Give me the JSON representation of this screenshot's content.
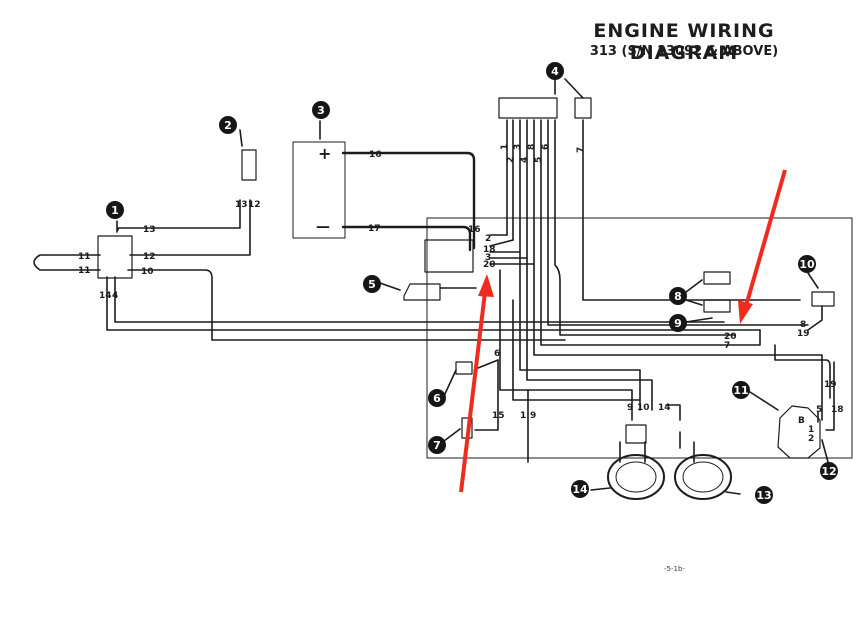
{
  "title": "ENGINE WIRING DIAGRAM",
  "subtitle": "313 (S/N 13092 & ABOVE)",
  "page_number": "-5-1b-",
  "colors": {
    "wire": "#1c1c1c",
    "arrow": "#ee2b1e",
    "badge": "#161616"
  },
  "callouts": [
    "1",
    "2",
    "3",
    "4",
    "5",
    "6",
    "7",
    "8",
    "9",
    "10",
    "11",
    "12",
    "13",
    "14"
  ],
  "wire_numbers": {
    "w16": "16",
    "w17": "17",
    "w13": "13",
    "w12": "12",
    "w11": "11",
    "w10": "10",
    "w14": "14",
    "w4": "4",
    "w2": "2",
    "w18": "18",
    "w3": "3",
    "w20": "20",
    "w1": "1",
    "w8": "8",
    "w5": "5",
    "w6": "6",
    "w7": "7",
    "w9": "9",
    "w15": "15",
    "w19": "19",
    "wB": "B"
  },
  "battery": {
    "plus": "+",
    "minus": "—"
  },
  "annotation_arrows": 2
}
